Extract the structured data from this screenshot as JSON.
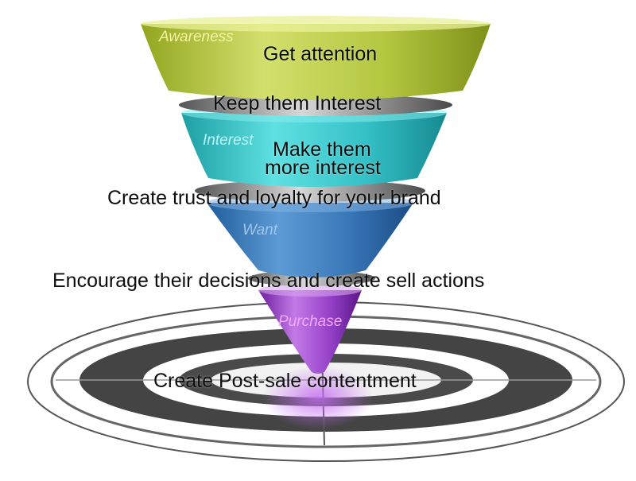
{
  "stages": [
    {
      "name": "Awareness",
      "caption": "Get attention",
      "color": "#b8c84a"
    },
    {
      "name": "Interest",
      "caption_line1": "Make them",
      "caption_line2": "more interest",
      "color": "#3fc4c4"
    },
    {
      "name": "Want",
      "color": "#3c7fc0"
    },
    {
      "name": "Purchase",
      "color": "#a34fd0"
    }
  ],
  "transitions": {
    "awareness_to_interest": "Keep them Interest",
    "interest_to_want": "Create trust and loyalty for your brand",
    "want_to_purchase": "Encourage their decisions and create sell actions",
    "after_purchase": "Create Post-sale contentment"
  },
  "colors": {
    "stage_label_awareness": "#f4f4a0",
    "stage_label_interest": "#b8f6f6",
    "stage_label_want": "#9fc5ea",
    "stage_label_purchase": "#f3a8ff",
    "target_ring": "#444444"
  }
}
